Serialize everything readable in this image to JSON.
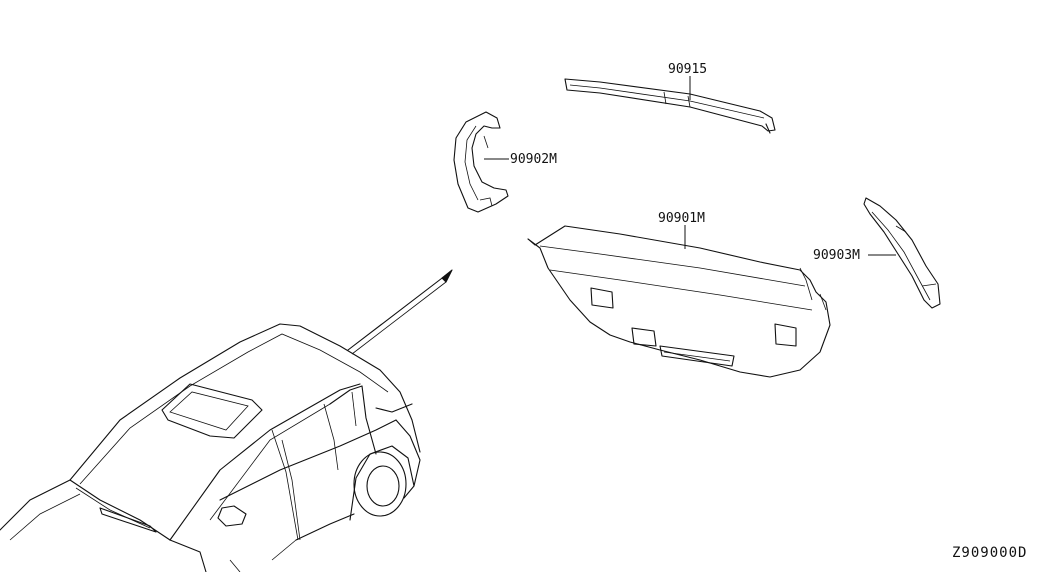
{
  "diagram_id": "Z909000D",
  "callouts": [
    {
      "key": "tailgate-finisher-upper",
      "label": "90915"
    },
    {
      "key": "tailgate-finisher-side-left",
      "label": "90902M"
    },
    {
      "key": "tailgate-finisher-main",
      "label": "90901M"
    },
    {
      "key": "tailgate-finisher-side-right",
      "label": "90903M"
    }
  ],
  "colors": {
    "line": "#111111",
    "background": "#ffffff"
  }
}
